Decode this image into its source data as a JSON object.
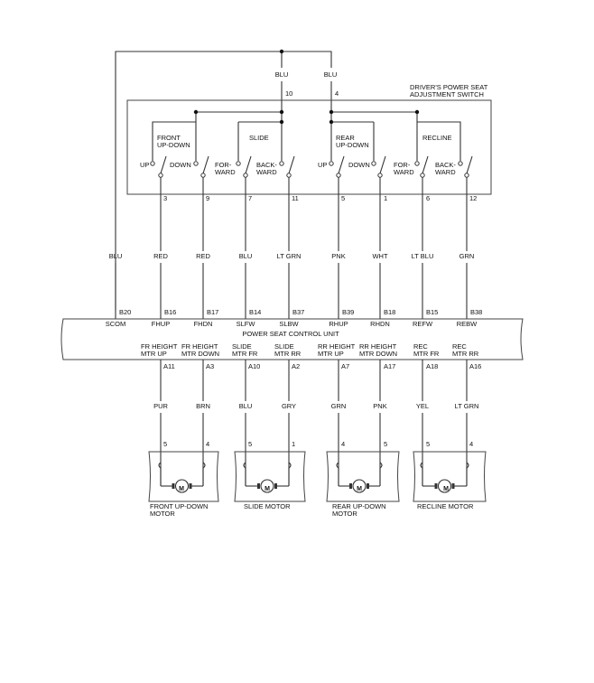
{
  "switch": {
    "title_line1": "DRIVER'S POWER SEAT",
    "title_line2": "ADJUSTMENT SWITCH",
    "feed_wire_left": "BLU",
    "feed_wire_right": "BLU",
    "feed_pin_left": "10",
    "feed_pin_right": "4",
    "groups": [
      {
        "line1": "FRONT",
        "line2": "UP-DOWN"
      },
      {
        "line1": "SLIDE",
        "line2": ""
      },
      {
        "line1": "REAR",
        "line2": "UP-DOWN"
      },
      {
        "line1": "RECLINE",
        "line2": ""
      }
    ],
    "positions": [
      {
        "line1": "UP",
        "line2": ""
      },
      {
        "line1": "DOWN",
        "line2": ""
      },
      {
        "line1": "FOR-",
        "line2": "WARD"
      },
      {
        "line1": "BACK-",
        "line2": "WARD"
      },
      {
        "line1": "UP",
        "line2": ""
      },
      {
        "line1": "DOWN",
        "line2": ""
      },
      {
        "line1": "FOR-",
        "line2": "WARD"
      },
      {
        "line1": "BACK-",
        "line2": "WARD"
      }
    ],
    "pins": [
      "3",
      "9",
      "7",
      "11",
      "5",
      "1",
      "6",
      "12"
    ]
  },
  "harness": {
    "scom_wire": "BLU",
    "wires": [
      "RED",
      "RED",
      "BLU",
      "LT GRN",
      "PNK",
      "WHT",
      "LT BLU",
      "GRN"
    ]
  },
  "control_unit": {
    "title": "POWER SEAT CONTROL UNIT",
    "top_pins": [
      {
        "pin": "B20",
        "name": "SCOM"
      },
      {
        "pin": "B16",
        "name": "FHUP"
      },
      {
        "pin": "B17",
        "name": "FHDN"
      },
      {
        "pin": "B14",
        "name": "SLFW"
      },
      {
        "pin": "B37",
        "name": "SLBW"
      },
      {
        "pin": "B39",
        "name": "RHUP"
      },
      {
        "pin": "B18",
        "name": "RHDN"
      },
      {
        "pin": "B15",
        "name": "REFW"
      },
      {
        "pin": "B38",
        "name": "REBW"
      }
    ],
    "bottom_pins": [
      {
        "line1": "FR HEIGHT",
        "line2": "MTR UP",
        "pin": "A11"
      },
      {
        "line1": "FR HEIGHT",
        "line2": "MTR DOWN",
        "pin": "A3"
      },
      {
        "line1": "SLIDE",
        "line2": "MTR FR",
        "pin": "A10"
      },
      {
        "line1": "SLIDE",
        "line2": "MTR RR",
        "pin": "A2"
      },
      {
        "line1": "RR HEIGHT",
        "line2": "MTR UP",
        "pin": "A7"
      },
      {
        "line1": "RR HEIGHT",
        "line2": "MTR DOWN",
        "pin": "A17"
      },
      {
        "line1": "REC",
        "line2": "MTR FR",
        "pin": "A18"
      },
      {
        "line1": "REC",
        "line2": "MTR RR",
        "pin": "A16"
      }
    ]
  },
  "motor_wires": [
    "PUR",
    "BRN",
    "BLU",
    "GRY",
    "GRN",
    "PNK",
    "YEL",
    "LT GRN"
  ],
  "motors": [
    {
      "pin_left": "5",
      "pin_right": "4",
      "symbol": "M",
      "name_line1": "FRONT UP-DOWN",
      "name_line2": "MOTOR"
    },
    {
      "pin_left": "5",
      "pin_right": "1",
      "symbol": "M",
      "name_line1": "SLIDE MOTOR",
      "name_line2": ""
    },
    {
      "pin_left": "4",
      "pin_right": "5",
      "symbol": "M",
      "name_line1": "REAR UP-DOWN",
      "name_line2": "MOTOR"
    },
    {
      "pin_left": "5",
      "pin_right": "4",
      "symbol": "M",
      "name_line1": "RECLINE MOTOR",
      "name_line2": ""
    }
  ]
}
